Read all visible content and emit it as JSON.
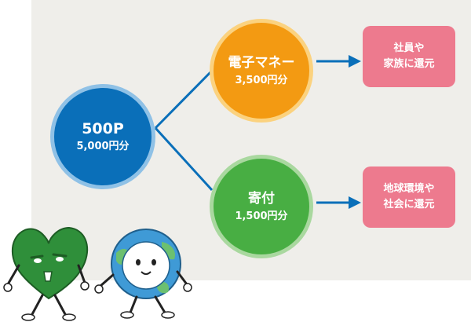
{
  "colors": {
    "background": "#efeeea",
    "main_fill": "#0a6fb9",
    "main_ring": "#8fc1e6",
    "emoney_fill": "#f39a12",
    "emoney_ring": "#fbd27f",
    "donation_fill": "#48ae43",
    "donation_ring": "#a9d89f",
    "result_box": "#ed7a8e",
    "connector": "#0a6fb9"
  },
  "main_node": {
    "title": "500P",
    "value": "5,000円分"
  },
  "branches": [
    {
      "title": "電子マネー",
      "value": "3,500円分",
      "result_line1": "社員や",
      "result_line2": "家族に還元"
    },
    {
      "title": "寄付",
      "value": "1,500円分",
      "result_line1": "地球環境や",
      "result_line2": "社会に還元"
    }
  ],
  "icons": [
    "heart-mascot-icon",
    "earth-mascot-icon"
  ]
}
